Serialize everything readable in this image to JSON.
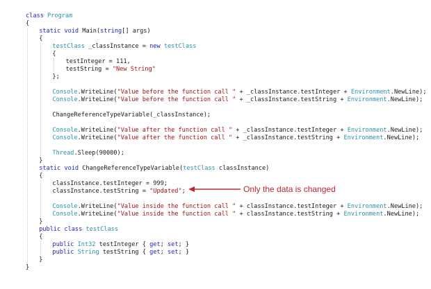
{
  "code_lines": [
    {
      "indent": 0,
      "tokens": [
        {
          "t": "class ",
          "c": "kw"
        },
        {
          "t": "Program",
          "c": "ty"
        }
      ]
    },
    {
      "indent": 0,
      "tokens": [
        {
          "t": "{"
        }
      ]
    },
    {
      "indent": 1,
      "tokens": [
        {
          "t": "static ",
          "c": "kw"
        },
        {
          "t": "void ",
          "c": "kw"
        },
        {
          "t": "Main("
        },
        {
          "t": "string",
          "c": "kw"
        },
        {
          "t": "[] args)"
        }
      ]
    },
    {
      "indent": 1,
      "tokens": [
        {
          "t": "{"
        }
      ]
    },
    {
      "indent": 2,
      "tokens": [
        {
          "t": "testClass",
          "c": "ty"
        },
        {
          "t": " _classInstance = "
        },
        {
          "t": "new ",
          "c": "kw"
        },
        {
          "t": "testClass",
          "c": "ty"
        }
      ]
    },
    {
      "indent": 2,
      "tokens": [
        {
          "t": "{"
        }
      ]
    },
    {
      "indent": 3,
      "tokens": [
        {
          "t": "testInteger = 111,"
        }
      ]
    },
    {
      "indent": 3,
      "tokens": [
        {
          "t": "testString = "
        },
        {
          "t": "\"New String\"",
          "c": "st"
        }
      ]
    },
    {
      "indent": 2,
      "tokens": [
        {
          "t": "};"
        }
      ]
    },
    {
      "indent": 0,
      "tokens": []
    },
    {
      "indent": 2,
      "tokens": [
        {
          "t": "Console",
          "c": "ty"
        },
        {
          "t": ".WriteLine("
        },
        {
          "t": "\"Value before the function call \"",
          "c": "st"
        },
        {
          "t": " + _classInstance.testInteger + "
        },
        {
          "t": "Environment",
          "c": "ty"
        },
        {
          "t": ".NewLine);"
        }
      ]
    },
    {
      "indent": 2,
      "tokens": [
        {
          "t": "Console",
          "c": "ty"
        },
        {
          "t": ".WriteLine("
        },
        {
          "t": "\"Value before the function call \"",
          "c": "st"
        },
        {
          "t": " + _classInstance.testString + "
        },
        {
          "t": "Environment",
          "c": "ty"
        },
        {
          "t": ".NewLine);"
        }
      ]
    },
    {
      "indent": 0,
      "tokens": []
    },
    {
      "indent": 2,
      "tokens": [
        {
          "t": "ChangeReferenceTypeVariable(_classInstance);"
        }
      ]
    },
    {
      "indent": 0,
      "tokens": []
    },
    {
      "indent": 2,
      "tokens": [
        {
          "t": "Console",
          "c": "ty"
        },
        {
          "t": ".WriteLine("
        },
        {
          "t": "\"Value after the function call \"",
          "c": "st"
        },
        {
          "t": " + _classInstance.testInteger + "
        },
        {
          "t": "Environment",
          "c": "ty"
        },
        {
          "t": ".NewLine);"
        }
      ]
    },
    {
      "indent": 2,
      "tokens": [
        {
          "t": "Console",
          "c": "ty"
        },
        {
          "t": ".WriteLine("
        },
        {
          "t": "\"Value after the function call \"",
          "c": "st"
        },
        {
          "t": " + _classInstance.testString + "
        },
        {
          "t": "Environment",
          "c": "ty"
        },
        {
          "t": ".NewLine);"
        }
      ]
    },
    {
      "indent": 0,
      "tokens": []
    },
    {
      "indent": 2,
      "tokens": [
        {
          "t": "Thread",
          "c": "ty"
        },
        {
          "t": ".Sleep(90000);"
        }
      ]
    },
    {
      "indent": 1,
      "tokens": [
        {
          "t": "}"
        }
      ]
    },
    {
      "indent": 1,
      "tokens": [
        {
          "t": "static ",
          "c": "kw"
        },
        {
          "t": "void ",
          "c": "kw"
        },
        {
          "t": "ChangeReferenceTypeVariable("
        },
        {
          "t": "testClass",
          "c": "ty"
        },
        {
          "t": " classInstance)"
        }
      ]
    },
    {
      "indent": 1,
      "tokens": [
        {
          "t": "{"
        }
      ]
    },
    {
      "indent": 2,
      "tokens": [
        {
          "t": "classInstance.testInteger = 999;"
        }
      ]
    },
    {
      "indent": 2,
      "tokens": [
        {
          "t": "classInstance.testString = "
        },
        {
          "t": "\"Updated\"",
          "c": "st"
        },
        {
          "t": ";"
        }
      ]
    },
    {
      "indent": 0,
      "tokens": []
    },
    {
      "indent": 2,
      "tokens": [
        {
          "t": "Console",
          "c": "ty"
        },
        {
          "t": ".WriteLine("
        },
        {
          "t": "\"Value inside the function call \"",
          "c": "st"
        },
        {
          "t": " + classInstance.testInteger + "
        },
        {
          "t": "Environment",
          "c": "ty"
        },
        {
          "t": ".NewLine);"
        }
      ]
    },
    {
      "indent": 2,
      "tokens": [
        {
          "t": "Console",
          "c": "ty"
        },
        {
          "t": ".WriteLine("
        },
        {
          "t": "\"Value inside the function call \"",
          "c": "st"
        },
        {
          "t": " + classInstance.testString + "
        },
        {
          "t": "Environment",
          "c": "ty"
        },
        {
          "t": ".NewLine);"
        }
      ]
    },
    {
      "indent": 1,
      "tokens": [
        {
          "t": "}"
        }
      ]
    },
    {
      "indent": 1,
      "tokens": [
        {
          "t": "public ",
          "c": "kw"
        },
        {
          "t": "class ",
          "c": "kw"
        },
        {
          "t": "testClass",
          "c": "ty"
        }
      ]
    },
    {
      "indent": 1,
      "tokens": [
        {
          "t": "{"
        }
      ]
    },
    {
      "indent": 2,
      "tokens": [
        {
          "t": "public ",
          "c": "kw"
        },
        {
          "t": "Int32",
          "c": "ty"
        },
        {
          "t": " testInteger { "
        },
        {
          "t": "get",
          "c": "kw"
        },
        {
          "t": "; "
        },
        {
          "t": "set",
          "c": "kw"
        },
        {
          "t": "; }"
        }
      ]
    },
    {
      "indent": 2,
      "tokens": [
        {
          "t": "public ",
          "c": "kw"
        },
        {
          "t": "String",
          "c": "ty"
        },
        {
          "t": " testString { "
        },
        {
          "t": "get",
          "c": "kw"
        },
        {
          "t": "; "
        },
        {
          "t": "set",
          "c": "kw"
        },
        {
          "t": "; }"
        }
      ]
    },
    {
      "indent": 1,
      "tokens": [
        {
          "t": "}"
        }
      ]
    },
    {
      "indent": 0,
      "tokens": [
        {
          "t": "}"
        }
      ]
    }
  ],
  "annotation": {
    "text": "Only the data is changed",
    "color": "#c0272d"
  },
  "colors": {
    "keyword": "#2323c8",
    "type": "#2b91af",
    "string": "#a31515",
    "plain": "#1a1a1a"
  }
}
